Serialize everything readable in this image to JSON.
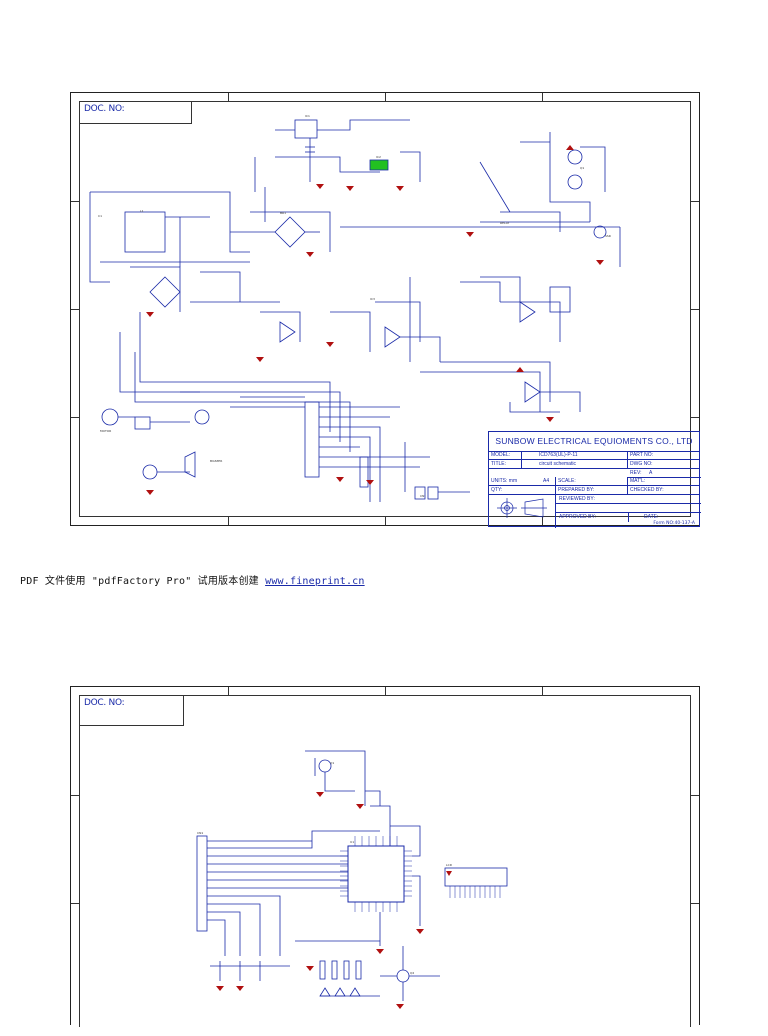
{
  "sheet1": {
    "doc_no_label": "DOC. NO:",
    "title_block": {
      "company": "SUNBOW ELECTRICAL EQUIOMENTS CO., LTD",
      "model_label": "MODEL:",
      "model_value": "ICD763(UL)-P-11",
      "part_no_label": "PART NO:",
      "title_label": "TITLE:",
      "title_value": "circuit schematic",
      "dwg_no_label": "DWG NO:",
      "rev_label": "REV:",
      "rev_value": "A",
      "units_label": "UNITS: mm",
      "size_value": "A4",
      "scale_label": "SCALE:",
      "mat_label": "MAT'L:",
      "qty_label": "QTY:",
      "prepared_label": "PREPARED BY:",
      "checked_label": "CHECKED BY:",
      "reviewed_label": "REVIEWED BY:",
      "approved_label": "APPROVED BY:",
      "date_label": "DATE:",
      "form_no": "Form NO:40-137-A"
    }
  },
  "footer": {
    "text": "PDF 文件使用 \"pdfFactory Pro\" 试用版本创建",
    "link": "www.fineprint.cn"
  },
  "sheet2": {
    "doc_no_label": "DOC. NO:"
  },
  "colors": {
    "wire": "#1a2aa8",
    "ground": "#b01010",
    "highlight": "#22c020",
    "frame": "#222222"
  }
}
